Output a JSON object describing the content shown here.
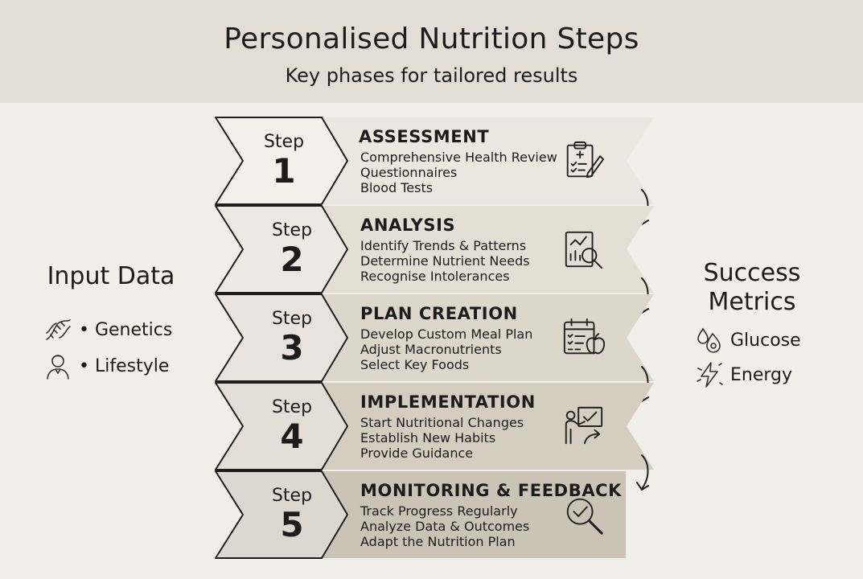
{
  "header": {
    "title": "Personalised Nutrition Steps",
    "subtitle": "Key phases for tailored results"
  },
  "input_data": {
    "heading": "Input Data",
    "items": [
      {
        "label": "• Genetics",
        "icon": "dna-icon"
      },
      {
        "label": "• Lifestyle",
        "icon": "person-icon"
      }
    ]
  },
  "success_metrics": {
    "heading_line1": "Success",
    "heading_line2": "Metrics",
    "items": [
      {
        "label": "Glucose",
        "icon": "glucose-drop-icon"
      },
      {
        "label": "Energy",
        "icon": "lightning-icon"
      }
    ]
  },
  "steps": [
    {
      "word": "Step",
      "number": "1",
      "title": "ASSESSMENT",
      "icon": "clipboard-icon",
      "fill": "#ece8e0",
      "lines": [
        "Comprehensive Health Review",
        "Questionnaires",
        "Blood Tests"
      ]
    },
    {
      "word": "Step",
      "number": "2",
      "title": "ANALYSIS",
      "icon": "chart-magnifier-icon",
      "fill": "#e4dfd5",
      "lines": [
        "Identify Trends & Patterns",
        "Determine Nutrient Needs",
        "Recognise Intolerances"
      ]
    },
    {
      "word": "Step",
      "number": "3",
      "title": "PLAN CREATION",
      "icon": "calendar-apple-icon",
      "fill": "#dcd6cb",
      "lines": [
        "Develop Custom Meal Plan",
        "Adjust Macronutrients",
        "Select Key Foods"
      ]
    },
    {
      "word": "Step",
      "number": "4",
      "title": "IMPLEMENTATION",
      "icon": "presenter-icon",
      "fill": "#d4cdc0",
      "lines": [
        "Start Nutritional Changes",
        "Establish New Habits",
        "Provide Guidance"
      ]
    },
    {
      "word": "Step",
      "number": "5",
      "title": "MONITORING & FEEDBACK",
      "icon": "magnifier-check-icon",
      "fill": "#cbc3b5",
      "lines": [
        "Track Progress Regularly",
        "Analyze Data & Outcomes",
        "Adapt the Nutrition Plan"
      ]
    }
  ]
}
